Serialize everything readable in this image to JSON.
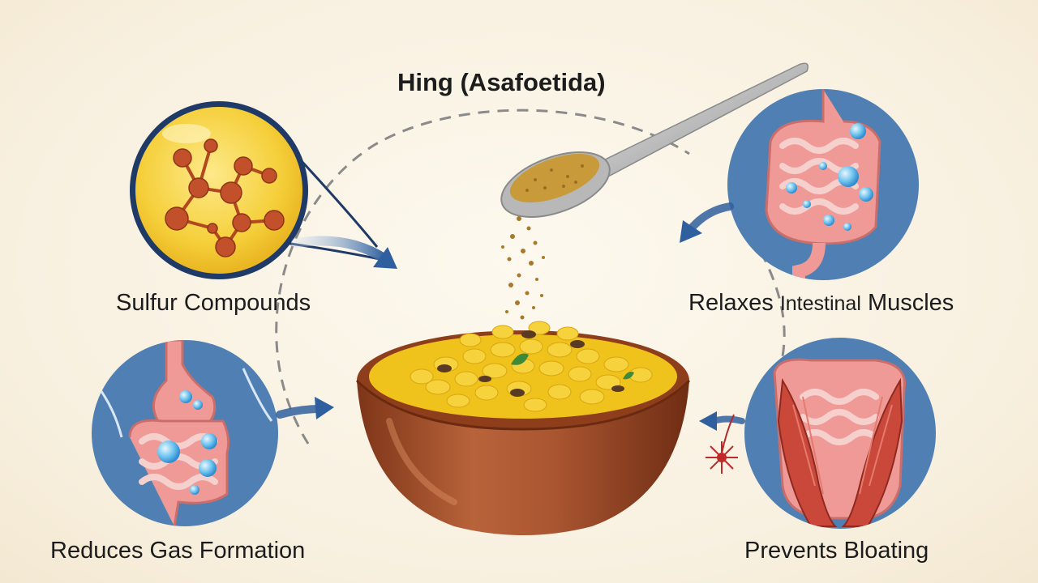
{
  "title": "Hing (Asafoetida)",
  "benefits": {
    "sulfur": {
      "label": "Sulfur Compounds"
    },
    "relaxes": {
      "label_pre": "Relaxes ",
      "label_mid": "Intestinal",
      "label_post": " Muscles"
    },
    "gas": {
      "label": "Reduces Gas Formation"
    },
    "bloating": {
      "label": "Prevents Bloating"
    }
  },
  "colors": {
    "background": "#f8f0df",
    "circle_fill": "#4f7fb3",
    "circle_outline": "#1f3a66",
    "molecule_bg": "#f5cf3a",
    "atom": "#c2502a",
    "bowl": "#a5502e",
    "dal": "#f0c21c",
    "spice": "#c99a3a",
    "intestine": "#ef9a96",
    "muscle": "#c9483a",
    "gas_bubble": "#5fb8ea",
    "arrow": "#2f5f9e",
    "dashed_path": "#8a8a8a"
  },
  "icons": [
    "molecule-icon",
    "intestine-icon",
    "stomach-icon",
    "muscle-icon",
    "spoon-icon",
    "bowl-icon",
    "spice-grains",
    "gas-bubble-icon"
  ]
}
